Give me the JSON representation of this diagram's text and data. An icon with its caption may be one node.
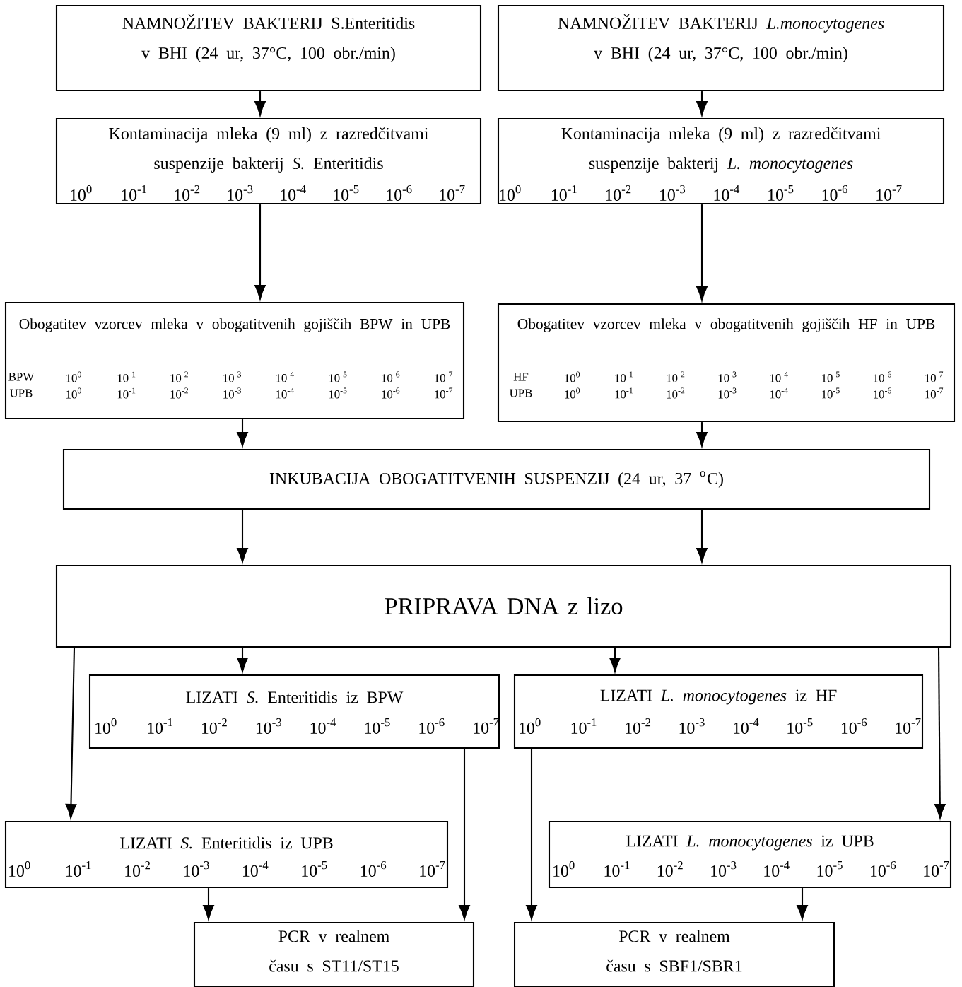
{
  "diagram": {
    "nodes": [
      {
        "text": [
          "NAMNOŽITEV BAKTERIJ S.Enteritidis v BHI (24 ur, 37°C, 100 obr./min)"
        ]
      },
      {
        "text": [
          "NAMNOŽITEV BAKTERIJ *L.monocytogenes* v BHI (24 ur, 37°C, 100 obr./min)"
        ]
      },
      {
        "text": [
          "Kontaminacija mleka (9 ml) z razredčitvami suspenzije bakterij *S.* Enteritidis",
          "10$^{0}$",
          "10$^{-1}$",
          "10$^{-2}$",
          "10$^{-3}$",
          "10$^{-4}$",
          "10$^{-5}$",
          "10$^{-6}$",
          "10$^{-7}$"
        ]
      },
      {
        "text": [
          "Kontaminacija mleka (9 ml) z razredčitvami suspenzije bakterij *L. monocytogenes*",
          "10$^{0}$",
          "10$^{-1}$",
          "10$^{-2}$",
          "10$^{-3}$",
          "10$^{-4}$",
          "10$^{-5}$",
          "10$^{-6}$",
          "10$^{-7}$"
        ]
      },
      {
        "text": [
          "Obogatitev vzorcev mleka v obogatitvenih gojiščih BPW in UPB",
          "BPW",
          "10$^{0}$",
          "10$^{-1}$",
          "10$^{-2}$",
          "10$^{-3}$",
          "10$^{-4}$",
          "10$^{-5}$",
          "10$^{-6}$",
          "10$^{-7}$",
          "UPB",
          "10$^{0}$",
          "10$^{-1}$",
          "10$^{-2}$",
          "10$^{-3}$",
          "10$^{-4}$",
          "10$^{-5}$",
          "10$^{-6}$",
          "10$^{-7}$"
        ]
      },
      {
        "text": [
          "Obogatitev vzorcev mleka v obogatitvenih gojiščih HF in UPB",
          "HF",
          "10$^{0}$",
          "10$^{-1}$",
          "10$^{-2}$",
          "10$^{-3}$",
          "10$^{-4}$",
          "10$^{-5}$",
          "10$^{-6}$",
          "10$^{-7}$",
          "UPB",
          "10$^{0}$",
          "10$^{-1}$",
          "10$^{-2}$",
          "10$^{-3}$",
          "10$^{-4}$",
          "10$^{-5}$",
          "10$^{-6}$",
          "10$^{-7}$"
        ]
      },
      {
        "text": [
          "INKUBACIJA OBOGATITVENIH SUSPENZIJ (24 ur, 37 $^{o}$C)"
        ]
      },
      {
        "text": [
          "PRIPRAVA DNA z lizo"
        ]
      },
      {
        "text": [
          "LIZATI *S.* Enteritidis iz BPW",
          "10$^{0}$",
          "10$^{-1}$",
          "10$^{-2}$",
          "10$^{-3}$",
          "10$^{-4}$",
          "10$^{-5}$",
          "10$^{-6}$",
          "10$^{-7}$"
        ]
      },
      {
        "text": [
          "LIZATI *L. monocytogenes* iz HF",
          "10$^{0}$",
          "10$^{-1}$",
          "10$^{-2}$",
          "10$^{-3}$",
          "10$^{-4}$",
          "10$^{-5}$",
          "10$^{-6}$",
          "10$^{-7}$"
        ]
      },
      {
        "text": [
          "LIZATI *S.* Enteritidis iz UPB",
          "10$^{0}$",
          "10$^{-1}$",
          "10$^{-2}$",
          "10$^{-3}$",
          "10$^{-4}$",
          "10$^{-5}$",
          "10$^{-6}$",
          "10$^{-7}$"
        ]
      },
      {
        "text": [
          "LIZATI *L. monocytogenes* iz UPB",
          "10$^{0}$",
          "10$^{-1}$",
          "10$^{-2}$",
          "10$^{-3}$",
          "10$^{-4}$",
          "10$^{-5}$",
          "10$^{-6}$",
          "10$^{-7}$"
        ]
      },
      {
        "text": [
          "PCR v realnem času s ST11/ST15"
        ]
      },
      {
        "text": [
          "PCR v realnem času s SBF1/SBR1"
        ]
      }
    ],
    "edges": [
      {
        "from": 0,
        "to": 2,
        "arrow": "to"
      },
      {
        "from": 1,
        "to": 3,
        "arrow": "to"
      },
      {
        "from": 2,
        "to": 4,
        "arrow": "to"
      },
      {
        "from": 3,
        "to": 5,
        "arrow": "to"
      },
      {
        "from": 4,
        "to": 6,
        "arrow": "to"
      },
      {
        "from": 5,
        "to": 6,
        "arrow": "to"
      },
      {
        "from": 6,
        "to": 7,
        "arrow": "to"
      },
      {
        "from": 6,
        "to": 7,
        "arrow": "to"
      },
      {
        "from": 7,
        "to": 8,
        "arrow": "to"
      },
      {
        "from": 7,
        "to": 9,
        "arrow": "to"
      },
      {
        "from": 7,
        "to": 10,
        "arrow": "to"
      },
      {
        "from": 7,
        "to": 11,
        "arrow": "to"
      },
      {
        "from": 8,
        "to": 12,
        "arrow": "to"
      },
      {
        "from": 10,
        "to": 12,
        "arrow": "to"
      },
      {
        "from": 9,
        "to": 13,
        "arrow": "to"
      },
      {
        "from": 11,
        "to": 13,
        "arrow": "to"
      }
    ]
  }
}
